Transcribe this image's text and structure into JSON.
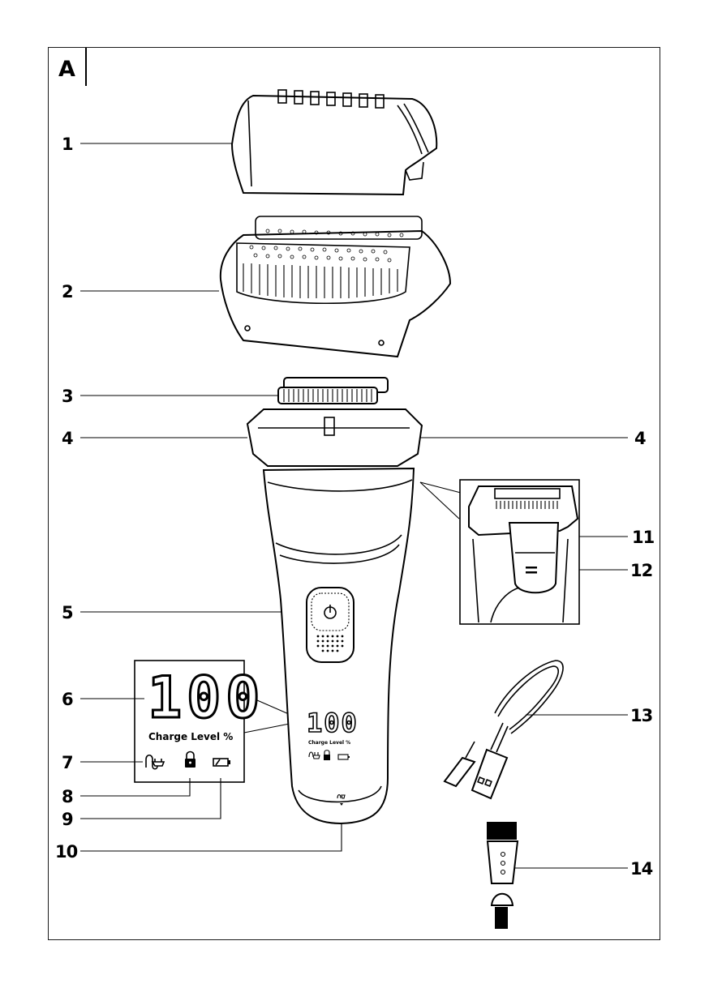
{
  "figure": {
    "letter": "A",
    "title": "Shaver parts overview"
  },
  "callouts": [
    {
      "number": "1",
      "part": "protective-cap"
    },
    {
      "number": "2",
      "part": "shaving-head-frame"
    },
    {
      "number": "3",
      "part": "cutter-blocks"
    },
    {
      "number": "4",
      "part": "release-buttons-left"
    },
    {
      "number": "4",
      "part": "release-buttons-right"
    },
    {
      "number": "5",
      "part": "power-button"
    },
    {
      "number": "6",
      "part": "charge-level-display"
    },
    {
      "number": "7",
      "part": "charging-indicator"
    },
    {
      "number": "8",
      "part": "travel-lock-indicator"
    },
    {
      "number": "9",
      "part": "battery-low-indicator"
    },
    {
      "number": "10",
      "part": "charging-socket"
    },
    {
      "number": "11",
      "part": "long-hair-trimmer"
    },
    {
      "number": "12",
      "part": "trimmer-slide-switch"
    },
    {
      "number": "13",
      "part": "usb-cable"
    },
    {
      "number": "14",
      "part": "cleaning-brush"
    }
  ],
  "display": {
    "value": "100",
    "caption": "Charge Level %",
    "icons": [
      "plug-icon",
      "lock-icon",
      "battery-icon"
    ]
  }
}
